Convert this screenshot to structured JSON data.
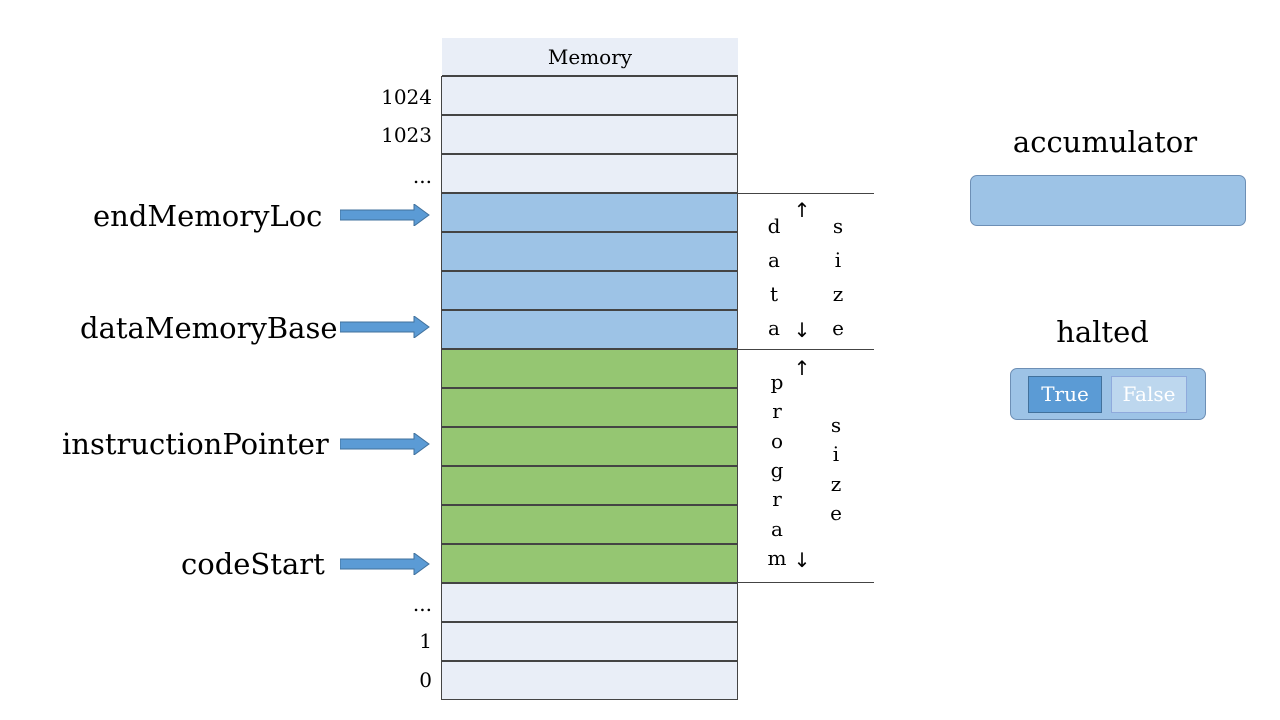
{
  "memory": {
    "header": "Memory",
    "addresses": [
      "1024",
      "1023",
      "...",
      "...",
      "1",
      "0"
    ]
  },
  "pointers": {
    "end_memory_loc": "endMemoryLoc",
    "data_memory_base": "dataMemoryBase",
    "instruction_pointer": "instructionPointer",
    "code_start": "codeStart"
  },
  "regions": {
    "data": {
      "word": "data",
      "size_word": "size",
      "arrow_up": "↑",
      "arrow_down": "↓"
    },
    "program": {
      "word": "program",
      "size_word": "size",
      "arrow_up": "↑",
      "arrow_down": "↓"
    }
  },
  "registers": {
    "accumulator_label": "accumulator",
    "halted_label": "halted",
    "true_label": "True",
    "false_label": "False"
  },
  "colors": {
    "empty_cell": "#e9eef7",
    "data_cell": "#9dc3e6",
    "program_cell": "#95c672",
    "pointer_arrow": "#5b9bd5",
    "selected_toggle": "#5b9bd5",
    "unselected_toggle": "#bdd7ee"
  }
}
